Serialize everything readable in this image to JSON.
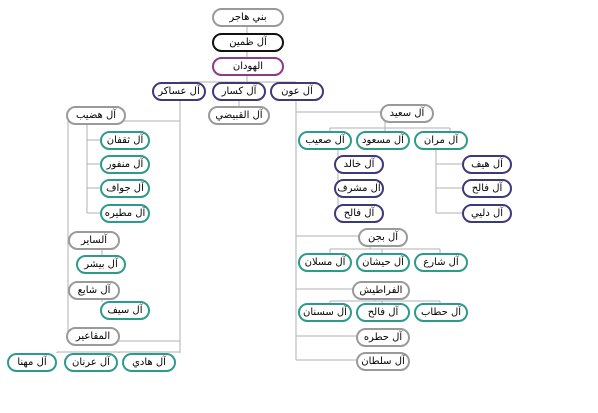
{
  "tree": {
    "root": "بني هاجر",
    "level1": "آل ظمين",
    "level2": "الهودان",
    "branches": {
      "asaker": "آل عساكر",
      "kasar": "آل كسار",
      "awn": "آل عون",
      "qubaydhi": "آل القبيضي"
    },
    "asaker_children": {
      "hudhaib": "آل هضيب",
      "hudhaib_children": [
        "آل ثقفان",
        "آل منفور",
        "آل جواف",
        "آل مطيره"
      ],
      "sayer": "آلساير",
      "bishr": "آل بيشر",
      "shayeb": "آل شايع",
      "saif": "آل سيف",
      "maqaeer": "المقاعير",
      "maqaeer_children": [
        "آل هادي",
        "آل عرنان",
        "آل مهنا"
      ]
    },
    "awn_children": {
      "saeed": "آل سعيد",
      "saeed_children": {
        "sohaib": "آل صعيب",
        "masood": "آل مسعود",
        "marran": "آل مران",
        "sohaib_children": [
          "آل خالد",
          "آل مشرف",
          "آل فالح"
        ],
        "marran_children": [
          "آل هيف",
          "آل فالح",
          "آل دليي"
        ]
      },
      "bajan": "آل بجن",
      "bajan_children": [
        "آل شارع",
        "آل حيشان",
        "آل مسلان"
      ],
      "farateesh": "الفراطيش",
      "farateesh_children": [
        "آل حطاب",
        "آل فالح",
        "آل سسنان"
      ],
      "hatra": "آل حطره",
      "sultan": "آل سلطان"
    }
  }
}
